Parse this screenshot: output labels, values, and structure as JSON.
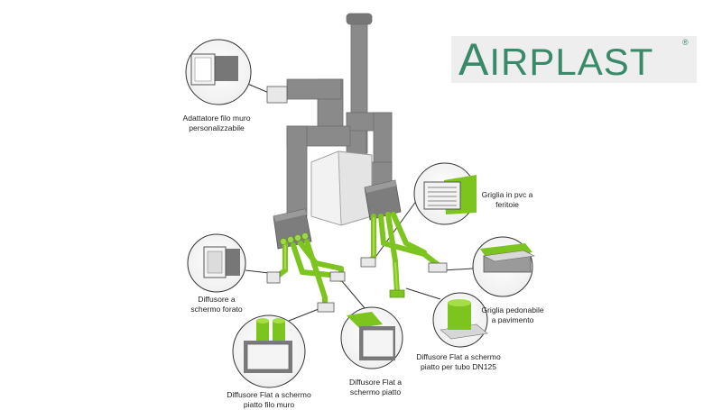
{
  "brand": {
    "logo_initial": "A",
    "logo_rest": "IRPLAST",
    "logo_mark": "®",
    "color": "#3a8a6a"
  },
  "colors": {
    "duct_gray": "#8a8a8a",
    "duct_green": "#7ec41e",
    "unit": "#e6e6e6"
  },
  "callouts": {
    "adattatore": [
      "Adattatore filo muro",
      "personalizzabile"
    ],
    "griglia_pvc": [
      "Griglia in pvc a",
      "feritoie"
    ],
    "diffusore_forato": [
      "Diffusore a",
      "schermo forato"
    ],
    "griglia_pedonabile": [
      "Griglia pedonabile",
      "a pavimento"
    ],
    "flat_filo_muro": [
      "Diffusore Flat a schermo",
      "piatto filo muro"
    ],
    "flat_piatto": [
      "Diffusore Flat a",
      "schermo piatto"
    ],
    "flat_dn125": [
      "Diffusore Flat a schermo",
      "piatto per tubo DN125"
    ]
  }
}
